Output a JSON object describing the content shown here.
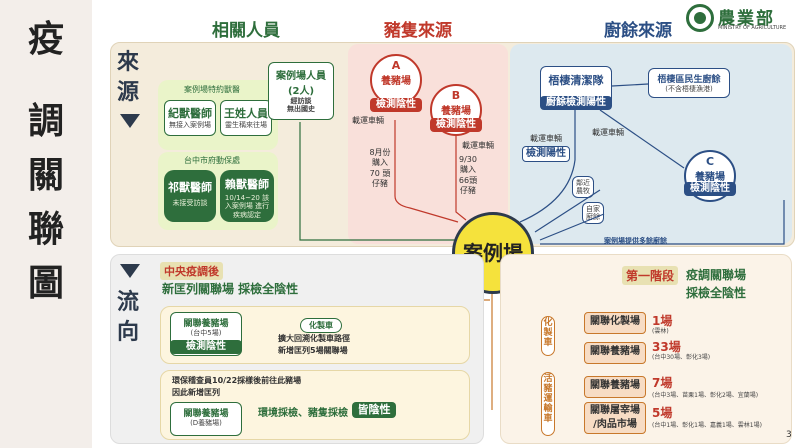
{
  "sidebar": {
    "title_chars": [
      "疫",
      "調",
      "關",
      "聯",
      "圖"
    ]
  },
  "headers": {
    "people": "相關人員",
    "pig_source": "豬隻來源",
    "kitchen_source": "廚餘來源"
  },
  "logo": {
    "name": "農業部",
    "subtitle": "MINISTRY OF AGRICULTURE"
  },
  "colors": {
    "green": "#2e6e3c",
    "red": "#c0392b",
    "blue": "#2c4f85",
    "orange": "#c8782b",
    "yellow": "#f5e23c"
  },
  "source_section": {
    "label_chars": [
      "來",
      "源"
    ]
  },
  "people": {
    "case_staff": {
      "title": "案例場人員",
      "count": "(2人)",
      "note1": "經訪談",
      "note2": "無出國史"
    },
    "contract_vets": {
      "title": "案例場特約獸醫",
      "vet1": "紀獸醫師",
      "vet1_note": "無接入案例場",
      "vet2": "王姓人員",
      "vet2_note": "靈生稱來往場"
    },
    "city_vets": {
      "title": "台中市府動保處",
      "vet1": "祁獸醫師",
      "vet1_note": "未接受訪談",
      "vet2": "賴獸醫師",
      "vet2_note": "10/14~20 該入案例場 進行疾病認定"
    }
  },
  "pig_source": {
    "farm_a": {
      "letter": "A",
      "name": "養豬場",
      "tag": "檢測陰性"
    },
    "farm_b": {
      "letter": "B",
      "name": "養豬場",
      "tag": "檢測陰性"
    },
    "vehicle_a": "載運車輛",
    "vehicle_b": "載運車輛",
    "note_a": [
      "8月份",
      "購入",
      "70 頭",
      "仔豬"
    ],
    "note_b": [
      "9/30",
      "購入",
      "66頭",
      "仔豬"
    ]
  },
  "kitchen": {
    "team": {
      "title": "梧棲清潔隊",
      "tag": "廚餘檢測陽性"
    },
    "restaurant": {
      "title": "梧棲區民生廚餘",
      "note": "(不含梧棲漁港)"
    },
    "vehicle_label": "載運車輛",
    "test_tag": "檢測陽性",
    "vehicle_label2": "載運車輛",
    "farm_c": {
      "letter": "C",
      "name": "養豬場",
      "tag": "檢測陰性"
    },
    "taipei": [
      "鄰近",
      "農牧"
    ],
    "self": [
      "自家",
      "廚餘"
    ],
    "supply": "案例場提供多餘廚餘"
  },
  "center": {
    "label": "案例場"
  },
  "flow_section": {
    "label_chars": [
      "流",
      "向"
    ]
  },
  "central": {
    "line1": "中央疫調後",
    "line2": "新匡列關聯場 採檢全陰性"
  },
  "flow_box1": {
    "farm_title": "關聯養豬場",
    "farm_sub": "(台中5場)",
    "tag": "檢測陰性",
    "vehicle": "化製車",
    "note1": "擴大回溯化製車路徑",
    "note2": "新增匡列5場關聯場"
  },
  "flow_box2": {
    "note1": "環保稽查員10/22採樣後前往此豬場",
    "note2": "因此新增匡列",
    "farm_title": "關聯養豬場",
    "farm_sub": "(D養豬場)",
    "sampling": "環境採檢、豬隻採檢",
    "tag": "皆陰性"
  },
  "phase1": {
    "tag": "第一階段",
    "title1": "疫調關聯場",
    "title2": "採檢全陰性"
  },
  "outputs": {
    "render_pill": [
      "化",
      "製",
      "車"
    ],
    "live_pill": [
      "活",
      "豬",
      "運",
      "輸",
      "車"
    ],
    "rows": [
      {
        "label": "關聯化製場",
        "count": "1場",
        "detail": "(雲林)"
      },
      {
        "label": "關聯養豬場",
        "count": "33場",
        "detail": "(台中30場、彰化3場)"
      },
      {
        "label": "關聯養豬場",
        "count": "7場",
        "detail": "(台中3場、苗栗1場、彰化2場、宜蘭場)"
      },
      {
        "label": "關聯屠宰場\n/肉品市場",
        "count": "5場",
        "detail": "(台中1場、彰化1場、嘉義1場、雲林1場)"
      }
    ]
  },
  "page_number": "3"
}
